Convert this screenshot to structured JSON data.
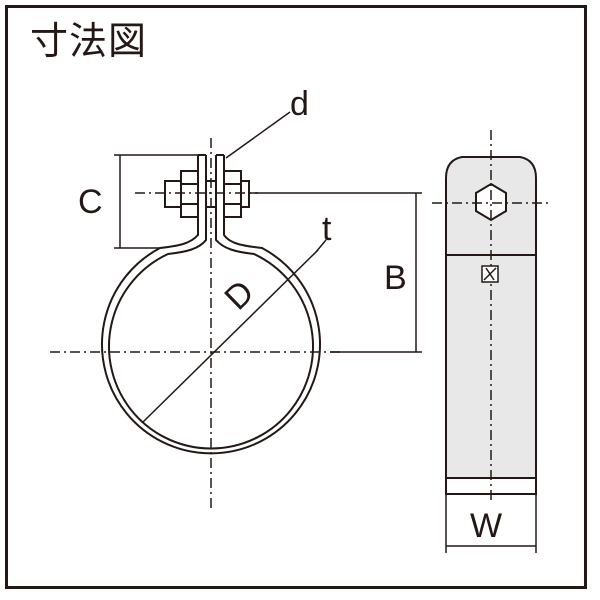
{
  "title": "寸法図",
  "labels": {
    "d": "d",
    "C": "C",
    "t": "t",
    "B": "B",
    "D": "D",
    "W": "W"
  },
  "colors": {
    "line": "#231815",
    "fill": "#e8e8e8",
    "background": "#ffffff"
  }
}
